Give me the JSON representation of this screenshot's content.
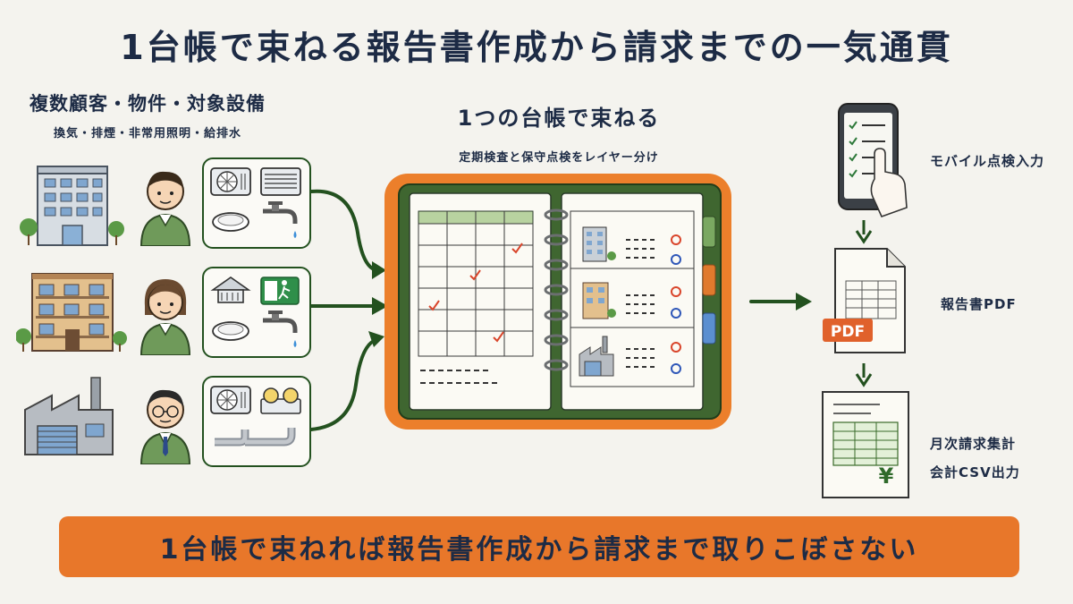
{
  "title": "1台帳で束ねる報告書作成から請求までの一気通貫",
  "left": {
    "heading": "複数顧客・物件・対象設備",
    "subheading": "換気・排煙・非常用照明・給排水"
  },
  "center": {
    "heading": "1つの台帳で束ねる",
    "subheading": "定期検査と保守点検をレイヤー分け"
  },
  "right": {
    "mobile_label": "モバイル点検入力",
    "report_label": "報告書PDF",
    "pdf_badge": "PDF",
    "billing_label_line1": "月次請求集計",
    "billing_label_line2": "会計CSV出力",
    "yen_symbol": "¥"
  },
  "banner": "1台帳で束ねれば報告書作成から請求まで取りこぼさない",
  "colors": {
    "accent_orange": "#e8772a",
    "dark_green": "#23511f",
    "navy": "#1d2b45",
    "check_red": "#d9452b",
    "circle_blue": "#2f57b8"
  }
}
